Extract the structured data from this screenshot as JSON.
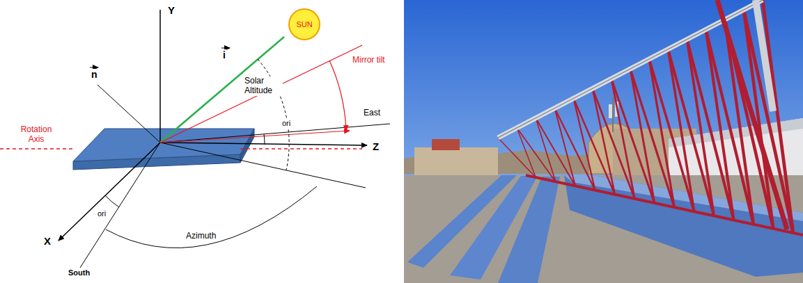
{
  "diagram": {
    "nodes": [
      {
        "text": [
          "SUN"
        ]
      }
    ],
    "labels": [
      "Y",
      "i",
      "n",
      "Solar Altitude",
      "Mirror tilt",
      "East",
      "Rotation Axis",
      "ori",
      "Z",
      "ori",
      "Azimuth",
      "X",
      "South"
    ]
  }
}
